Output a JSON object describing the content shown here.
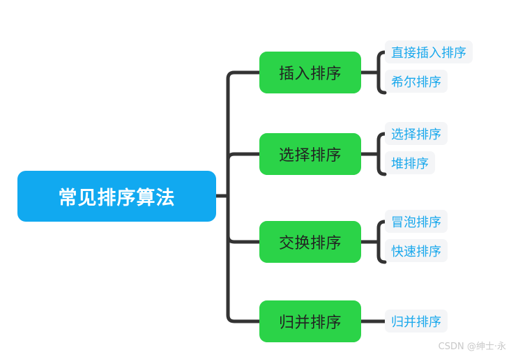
{
  "diagram": {
    "type": "mindmap",
    "title": "常见排序算法",
    "root": {
      "label": "常见排序算法",
      "color": "#11A9F0",
      "text_color": "#FFFFFF"
    },
    "branch_color": "#2BD348",
    "branch_text_color": "#222222",
    "leaf_bg_color": "#F4F5F7",
    "leaf_text_color": "#19A8EC",
    "edge_color": "#333333",
    "branches": [
      {
        "label": "插入排序",
        "leaves": [
          {
            "label": "直接插入排序"
          },
          {
            "label": "希尔排序"
          }
        ]
      },
      {
        "label": "选择排序",
        "leaves": [
          {
            "label": "选择排序"
          },
          {
            "label": "堆排序"
          }
        ]
      },
      {
        "label": "交换排序",
        "leaves": [
          {
            "label": "冒泡排序"
          },
          {
            "label": "快速排序"
          }
        ]
      },
      {
        "label": "归并排序",
        "leaves": [
          {
            "label": "归并排序"
          }
        ]
      }
    ]
  },
  "watermark": {
    "text": "CSDN @绅士·永"
  }
}
